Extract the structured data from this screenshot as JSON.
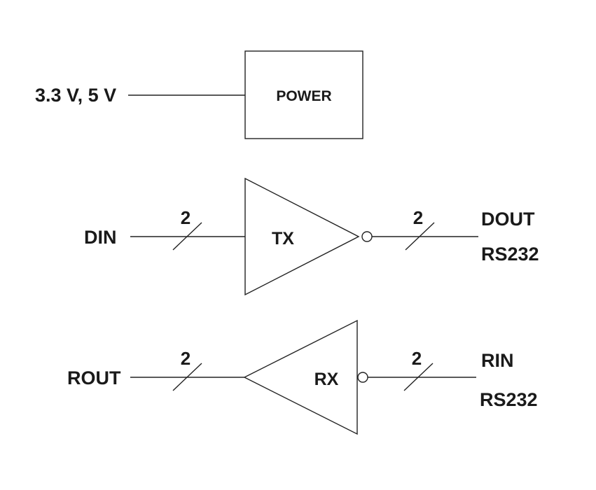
{
  "power": {
    "supply_label": "3.3 V, 5 V",
    "block_label": "POWER"
  },
  "transmitter": {
    "input_label": "DIN",
    "block_label": "TX",
    "output_label": "DOUT",
    "output_standard": "RS232",
    "input_bus_width": "2",
    "output_bus_width": "2"
  },
  "receiver": {
    "output_label": "ROUT",
    "block_label": "RX",
    "input_label": "RIN",
    "input_standard": "RS232",
    "output_bus_width": "2",
    "input_bus_width": "2"
  }
}
